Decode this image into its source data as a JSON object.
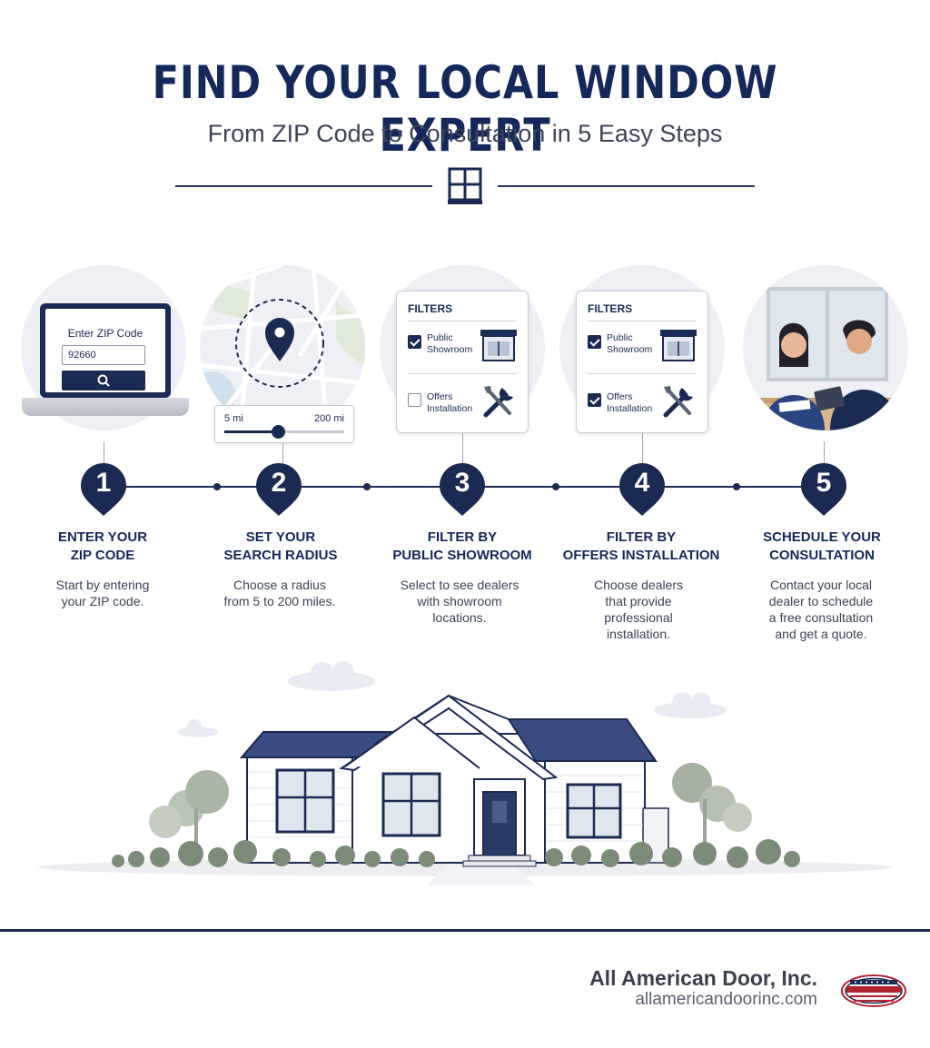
{
  "header": {
    "title": "FIND YOUR LOCAL WINDOW EXPERT",
    "subtitle": "From ZIP Code to Consultation in 5 Easy Steps"
  },
  "zip_widget": {
    "label": "Enter ZIP Code",
    "value": "92660",
    "button_icon": "search-icon"
  },
  "radius_widget": {
    "min_label": "5 mi",
    "max_label": "200 mi",
    "value_fraction": 0.45
  },
  "filter_cards": [
    {
      "heading": "FILTERS",
      "options": [
        {
          "label": "Public Showroom",
          "checked": true,
          "icon": "storefront-icon"
        },
        {
          "label": "Offers Installation",
          "checked": false,
          "icon": "tools-icon"
        }
      ]
    },
    {
      "heading": "FILTERS",
      "options": [
        {
          "label": "Public Showroom",
          "checked": true,
          "icon": "storefront-icon"
        },
        {
          "label": "Offers Installation",
          "checked": true,
          "icon": "tools-icon"
        }
      ]
    }
  ],
  "steps": [
    {
      "number": "1",
      "title_line1": "ENTER YOUR",
      "title_line2": "ZIP CODE",
      "desc_line1": "Start by entering",
      "desc_line2": "your ZIP code.",
      "desc_line3": "",
      "desc_line4": ""
    },
    {
      "number": "2",
      "title_line1": "SET YOUR",
      "title_line2": "SEARCH RADIUS",
      "desc_line1": "Choose a radius",
      "desc_line2": "from 5 to 200 miles.",
      "desc_line3": "",
      "desc_line4": ""
    },
    {
      "number": "3",
      "title_line1": "FILTER BY",
      "title_line2": "PUBLIC SHOWROOM",
      "desc_line1": "Select to see dealers",
      "desc_line2": "with showroom",
      "desc_line3": "locations.",
      "desc_line4": ""
    },
    {
      "number": "4",
      "title_line1": "FILTER BY",
      "title_line2": "OFFERS INSTALLATION",
      "desc_line1": "Choose dealers",
      "desc_line2": "that provide",
      "desc_line3": "professional",
      "desc_line4": "installation."
    },
    {
      "number": "5",
      "title_line1": "SCHEDULE YOUR",
      "title_line2": "CONSULTATION",
      "desc_line1": "Contact your local",
      "desc_line2": "dealer to schedule",
      "desc_line3": "a free consultation",
      "desc_line4": "and get a quote."
    }
  ],
  "footer": {
    "company": "All American Door, Inc.",
    "url": "allamericandoorinc.com",
    "logo_icon": "flag-badge-icon"
  },
  "colors": {
    "navy": "#1b2a52",
    "title": "#14285a",
    "muted_green": "#7d8c78",
    "background": "#ffffff"
  }
}
